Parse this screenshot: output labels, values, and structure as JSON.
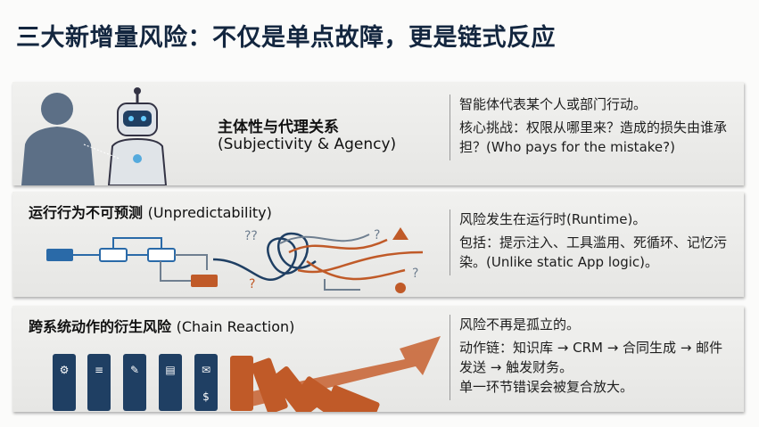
{
  "title": "三大新增量风险：不仅是单点故障，更是链式反应",
  "panels": [
    {
      "heading_cn": "主体性与代理关系",
      "heading_en": "(Subjectivity & Agency)",
      "lines": [
        "智能体代表某个人或部门行动。",
        "核心挑战：权限从哪里来？造成的损失由谁承担？(Who pays for the mistake?)"
      ]
    },
    {
      "heading_cn": "运行行为不可预测",
      "heading_en": "(Unpredictability)",
      "lines": [
        "风险发生在运行时(Runtime)。",
        "包括：提示注入、工具滥用、死循环、记忆污染。(Unlike static App logic)。"
      ]
    },
    {
      "heading_cn": "跨系统动作的衍生风险",
      "heading_en": "(Chain Reaction)",
      "lines": [
        "风险不再是孤立的。",
        "动作链：知识库 → CRM → 合同生成 → 邮件发送 → 触发财务。",
        "单一环节错误会被复合放大。"
      ]
    }
  ],
  "colors": {
    "navy": "#1f3f63",
    "orange": "#c05a28",
    "blue": "#2a6aa8"
  }
}
